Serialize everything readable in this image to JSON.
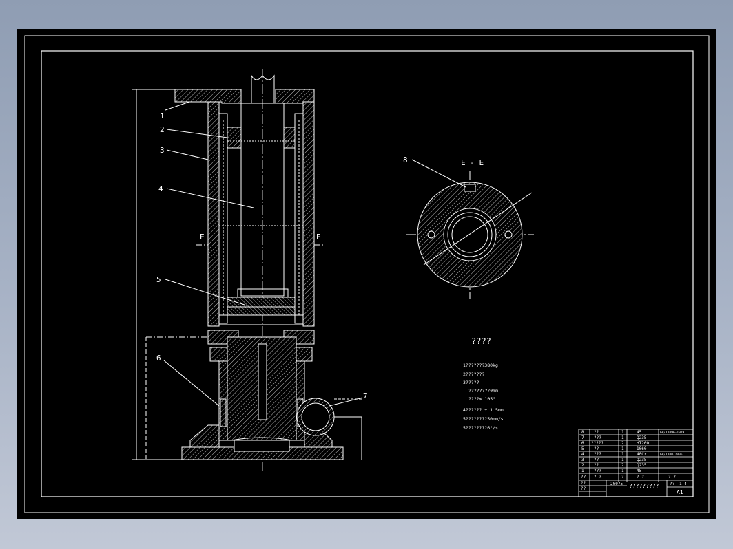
{
  "colors": {
    "frame": "#ffffff",
    "background": "#000000",
    "hatch": "#bfbfbf",
    "window": "#9aa6ba"
  },
  "elevation": {
    "part_labels": [
      "1",
      "2",
      "3",
      "4",
      "5",
      "6",
      "7"
    ],
    "section_mark": "E"
  },
  "section_view": {
    "title": "E - E",
    "part_label": "8"
  },
  "tech_notes": {
    "heading": "????",
    "lines": [
      "1???????380kg",
      "2???????",
      "3?????",
      "???????70mm",
      "????≤ 105°",
      "4?????? ± 1.5mm",
      "5????????50mm/s",
      "5????????6°/s"
    ]
  },
  "parts_table": {
    "rows": [
      {
        "no": "8",
        "name": "??",
        "qty": "1",
        "material": "45",
        "note": "GB/T1096-1979"
      },
      {
        "no": "7",
        "name": "???",
        "qty": "1",
        "material": "Q235",
        "note": ""
      },
      {
        "no": "6",
        "name": "?????",
        "qty": "2",
        "material": "HT200",
        "note": ""
      },
      {
        "no": "5",
        "name": "??",
        "qty": "1",
        "material": "1060",
        "note": ""
      },
      {
        "no": "4",
        "name": "???",
        "qty": "1",
        "material": "40Cr",
        "note": "GB/T100-2006"
      },
      {
        "no": "3",
        "name": "??",
        "qty": "1",
        "material": "Q235",
        "note": ""
      },
      {
        "no": "2",
        "name": "??",
        "qty": "2",
        "material": "Q235",
        "note": ""
      },
      {
        "no": "1",
        "name": "???",
        "qty": "1",
        "material": "45",
        "note": ""
      }
    ],
    "header": {
      "no": "??",
      "name": "? ?",
      "qty": "?",
      "material": "? ?",
      "note": "? ?"
    },
    "title_block": {
      "drawn_label": "??",
      "checked_label": "??",
      "year": "20075",
      "drawing_name": "?????????",
      "sheet_label": "??",
      "scale": "1:4",
      "size": "A1"
    }
  }
}
